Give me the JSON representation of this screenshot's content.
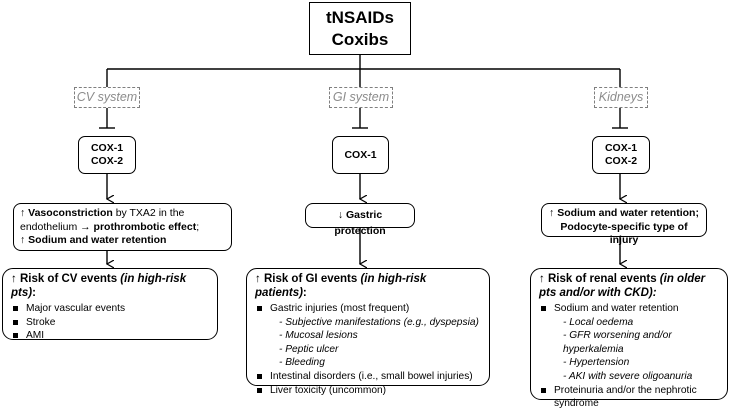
{
  "root": {
    "line1": "tNSAIDs",
    "line2": "Coxibs"
  },
  "systems": {
    "cv": "CV system",
    "gi": "GI system",
    "kidneys": "Kidneys"
  },
  "cox": {
    "cv": {
      "line1": "COX-1",
      "line2": "COX-2"
    },
    "gi": {
      "line1": "COX-1"
    },
    "kidneys": {
      "line1": "COX-1",
      "line2": "COX-2"
    }
  },
  "effects": {
    "cv": {
      "arrow_up": "↑",
      "vaso": "Vasoconstriction",
      "vaso_rest": " by TXA2 in the endothelium → ",
      "prothrombotic": "prothrombotic effect",
      "semicolon": ";",
      "sodium": "Sodium and water retention"
    },
    "gi": {
      "arrow_down": "↓",
      "text": "Gastric  protection"
    },
    "kidneys": {
      "arrow_up": "↑",
      "line1": "Sodium and water retention;",
      "line2": "Podocyte-specific type of injury"
    }
  },
  "risks": {
    "cv": {
      "heading": "↑ Risk of CV events ",
      "heading_italic": "(in high-risk pts)",
      "heading_end": ":",
      "items": [
        "Major vascular events",
        "Stroke",
        "AMI"
      ]
    },
    "gi": {
      "heading": "↑ Risk of GI events ",
      "heading_italic": "(in high-risk patients)",
      "heading_end": ":",
      "item1": "Gastric injuries (most frequent)",
      "subitems": [
        "- Subjective manifestations (e.g., dyspepsia)",
        "- Mucosal lesions",
        "- Peptic ulcer",
        "- Bleeding"
      ],
      "item2": "Intestinal disorders (i.e., small bowel injuries)",
      "item3": "Liver toxicity (uncommon)"
    },
    "kidneys": {
      "heading": "↑ Risk of renal events ",
      "heading_italic": "(in older pts and/or with CKD):",
      "item1": "Sodium and water retention",
      "subitems": [
        "- Local oedema",
        "- GFR worsening and/or hyperkalemia",
        "- Hypertension",
        "- AKI with severe oligoanuria"
      ],
      "item2": "Proteinuria and/or the nephrotic syndrome"
    }
  }
}
